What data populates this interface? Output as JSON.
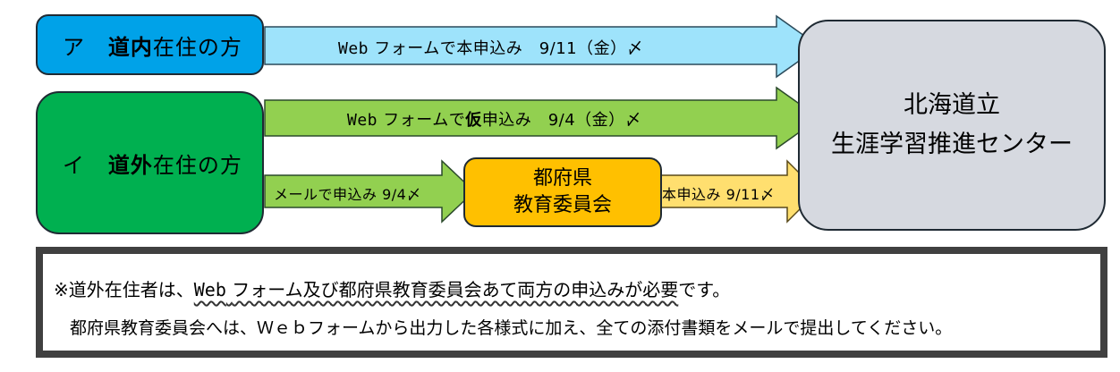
{
  "sources": {
    "a": {
      "prefix": "ア",
      "bold": "道内",
      "rest": "在住の方"
    },
    "i": {
      "prefix": "イ",
      "bold": "道外",
      "rest": "在住の方"
    }
  },
  "center": {
    "line1": "北海道立",
    "line2": "生涯学習推進センター"
  },
  "board": {
    "line1": "都府県",
    "line2": "教育委員会"
  },
  "arrows": {
    "a_web": {
      "lead": "Web",
      "body": "フォームで本申込み　9/11（金）〆"
    },
    "i_web": {
      "lead": "Web",
      "mid": "フォームで",
      "bold": "仮",
      "body": "申込み　9/4（金）〆"
    },
    "i_mail": "メールで申込み 9/4〆",
    "board_out": "本申込み 9/11〆"
  },
  "note": {
    "line1_prefix": "※道外在住者は、",
    "line1_emph_lead": "Web",
    "line1_emph": "フォーム及び都府県教育委員会あて両方の申込みが必要",
    "line1_suffix": "です。",
    "line2": "都府県教育委員会へは、Ｗｅｂフォームから出力した各様式に加え、全ての添付書類をメールで提出してください。"
  },
  "colors": {
    "a_box": "#00a2e8",
    "i_box": "#00b050",
    "center_box": "#d6d9e0",
    "board_box": "#ffc000",
    "arrow_blue": "#9ee3fb",
    "arrow_green": "#92d050",
    "arrow_yellow": "#ffdf6f"
  }
}
